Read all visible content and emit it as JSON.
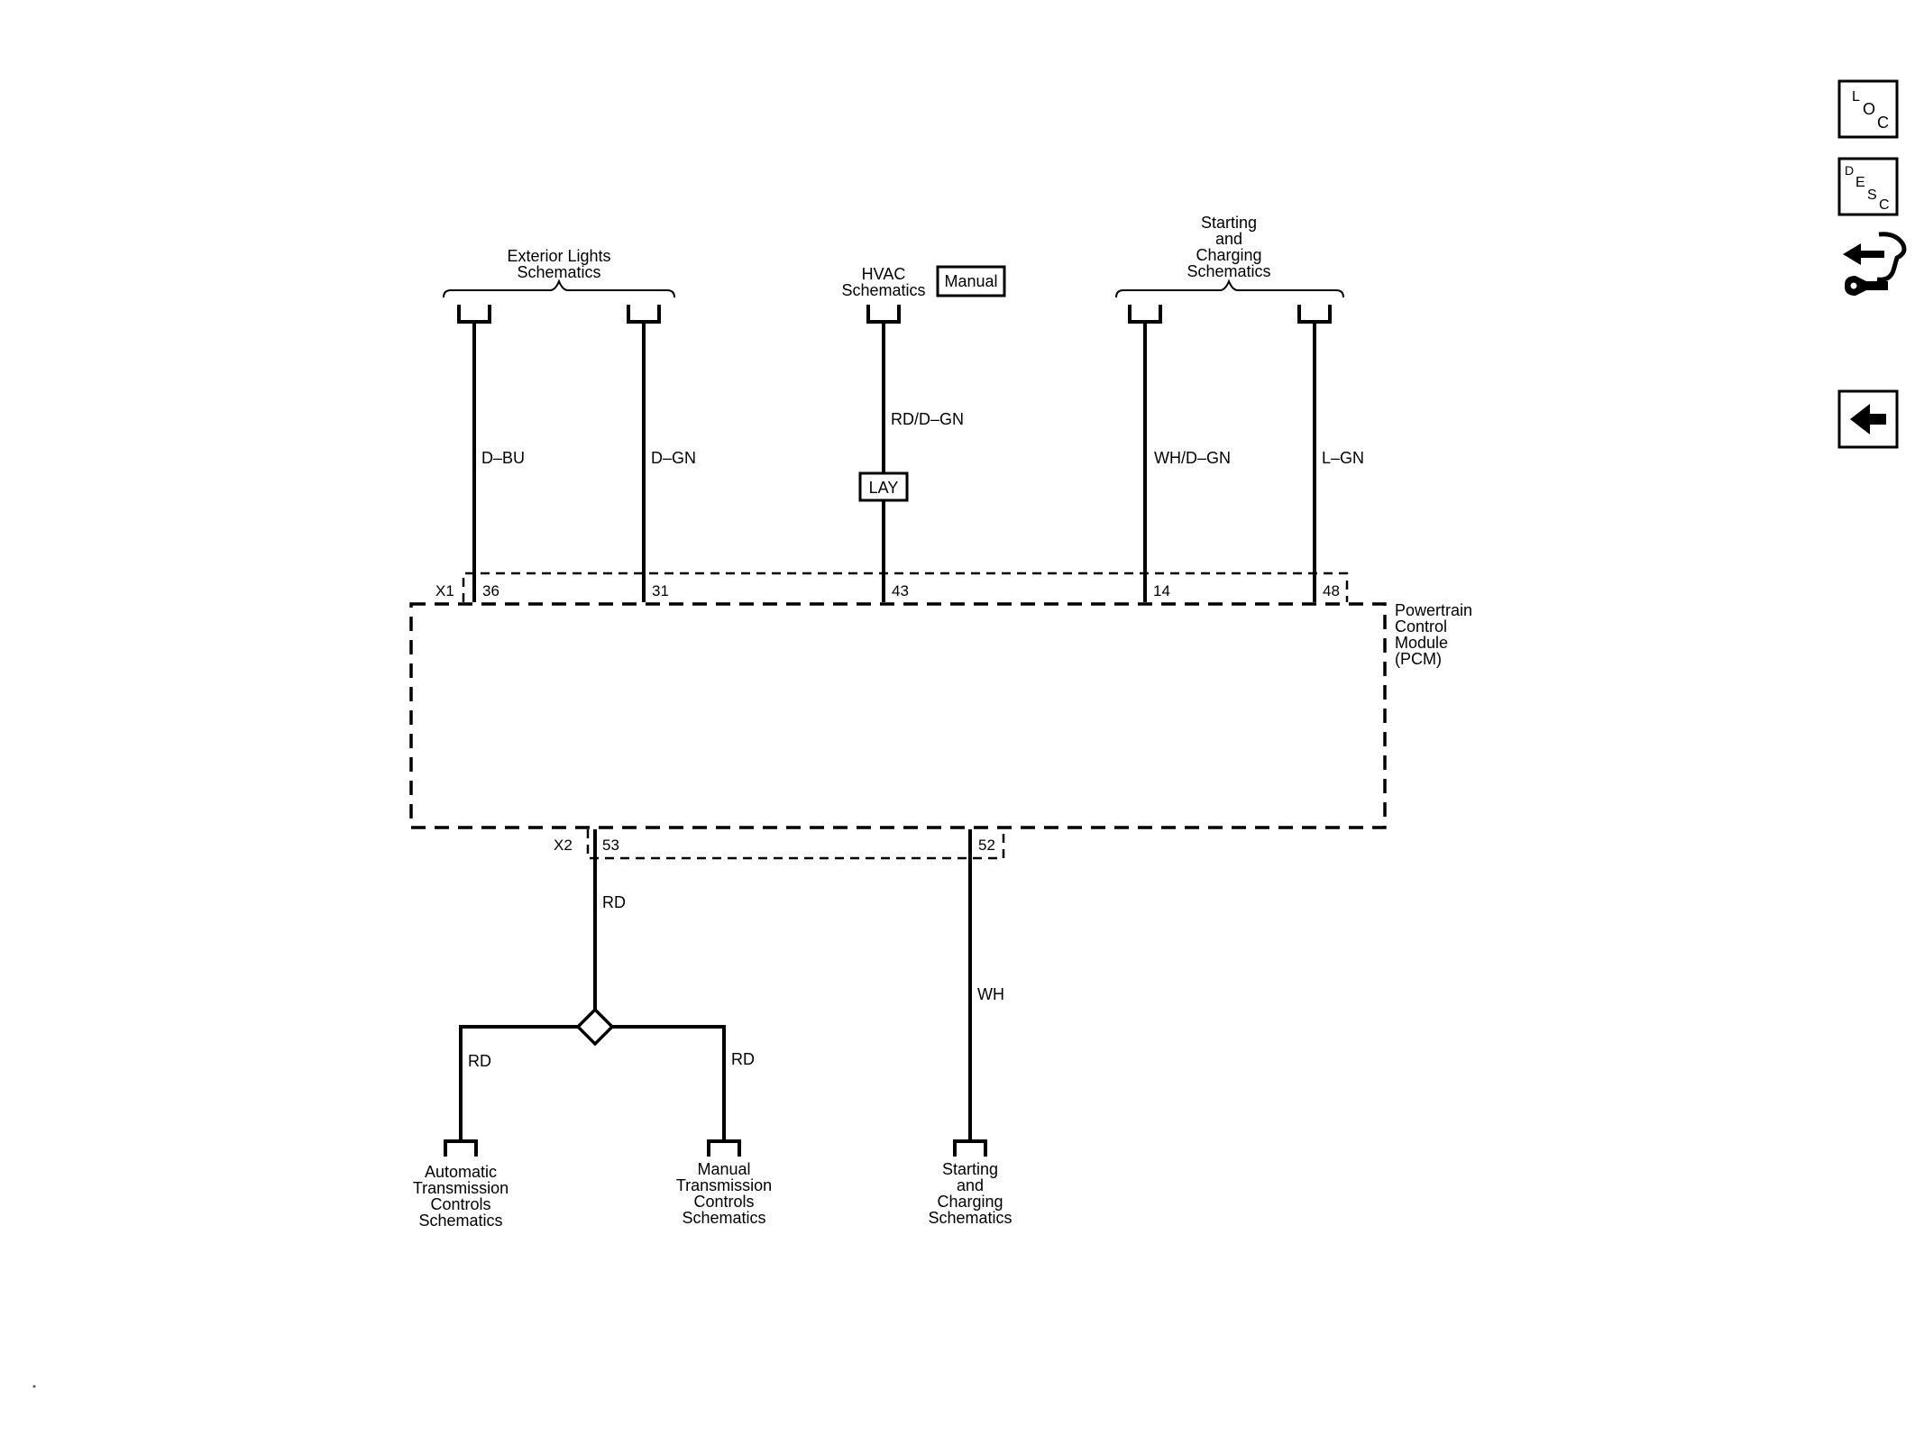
{
  "navigation": {
    "loc": {
      "big": "L",
      "mid": "O",
      "small": "C"
    },
    "desc": {
      "big": "D",
      "mid": "E",
      "mid2": "S",
      "small": "C"
    },
    "connector_icon": "connector-wrench-icon",
    "back_icon": "back-arrow-icon"
  },
  "top_refs": {
    "exterior_lights": [
      "Exterior Lights",
      "Schematics"
    ],
    "hvac": [
      "HVAC",
      "Schematics"
    ],
    "manual_box": "Manual",
    "starting_charging": [
      "Starting",
      "and",
      "Charging",
      "Schematics"
    ]
  },
  "wires_top": {
    "d_bu": "D–BU",
    "d_gn": "D–GN",
    "rd_dgn": "RD/D–GN",
    "wh_dgn": "WH/D–GN",
    "l_gn": "L–GN"
  },
  "lay_box": "LAY",
  "connectors": {
    "x1": "X1",
    "x2": "X2",
    "pins_x1": [
      "36",
      "31",
      "43",
      "14",
      "48"
    ],
    "pins_x2": [
      "53",
      "52"
    ]
  },
  "module": [
    "Powertrain",
    "Control",
    "Module",
    "(PCM)"
  ],
  "wires_bottom": {
    "rd_main": "RD",
    "rd_left": "RD",
    "rd_right": "RD",
    "wh": "WH"
  },
  "bottom_refs": {
    "automatic": [
      "Automatic",
      "Transmission",
      "Controls",
      "Schematics"
    ],
    "manual": [
      "Manual",
      "Transmission",
      "Controls",
      "Schematics"
    ],
    "starting": [
      "Starting",
      "and",
      "Charging",
      "Schematics"
    ]
  }
}
